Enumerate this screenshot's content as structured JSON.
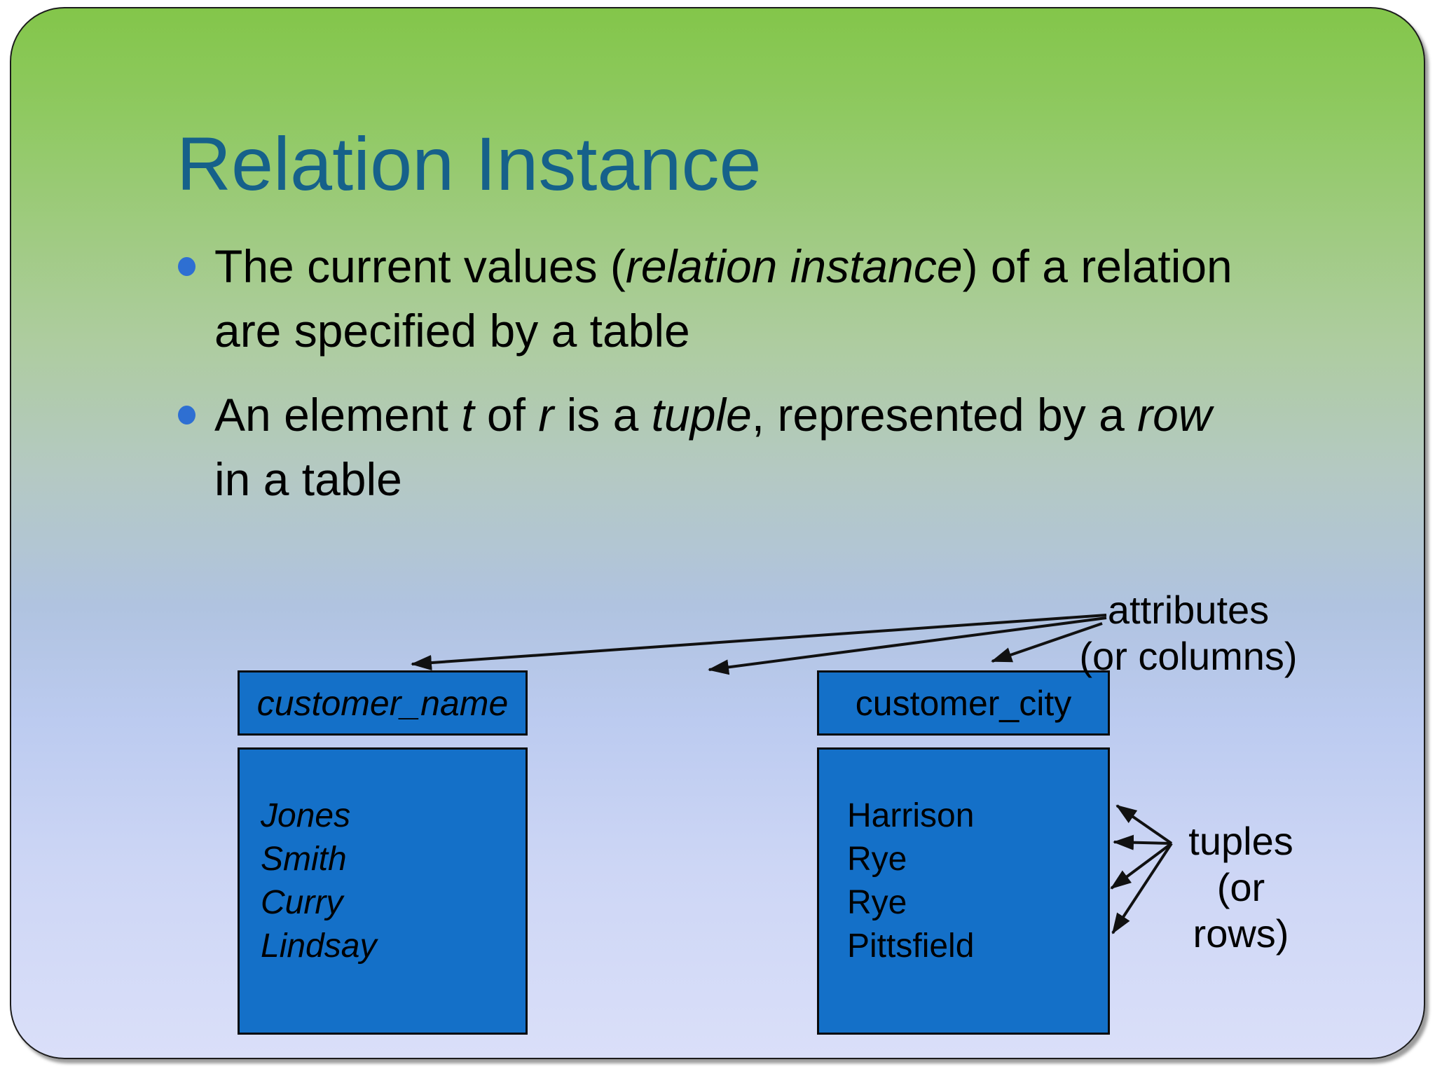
{
  "slide": {
    "title": "Relation Instance",
    "bullets": [
      {
        "lines": [
          [
            {
              "t": "The current values ("
            },
            {
              "t": "relation instance",
              "i": true
            },
            {
              "t": ") of a relation"
            }
          ],
          [
            {
              "t": "are specified by a table"
            }
          ]
        ]
      },
      {
        "lines": [
          [
            {
              "t": "An element "
            },
            {
              "t": "t",
              "i": true
            },
            {
              "t": " of "
            },
            {
              "t": "r",
              "i": true
            },
            {
              "t": " is a "
            },
            {
              "t": "tuple",
              "i": true
            },
            {
              "t": ", represented by a "
            },
            {
              "t": "row",
              "i": true
            }
          ],
          [
            {
              "t": "in a table"
            }
          ]
        ]
      }
    ],
    "tables": {
      "left": {
        "header": "customer_name",
        "header_italic": true,
        "rows": [
          "Jones",
          "Smith",
          "Curry",
          "Lindsay"
        ]
      },
      "right": {
        "header": "customer_city",
        "header_italic": false,
        "rows": [
          "Harrison",
          "Rye",
          "Rye",
          "Pittsfield"
        ]
      }
    },
    "annotations": {
      "attributes": {
        "line1": "attributes",
        "line2": "(or columns)"
      },
      "tuples": {
        "line1": "tuples",
        "line2": "(or rows)"
      }
    },
    "colors": {
      "title": "#16618A",
      "table_fill": "#1470C8",
      "bullet_dot": "#2E6FD2",
      "gradient_top": "#83C64A",
      "gradient_bottom": "#DADFF9",
      "text": "#000000",
      "arrow": "#111111"
    }
  }
}
